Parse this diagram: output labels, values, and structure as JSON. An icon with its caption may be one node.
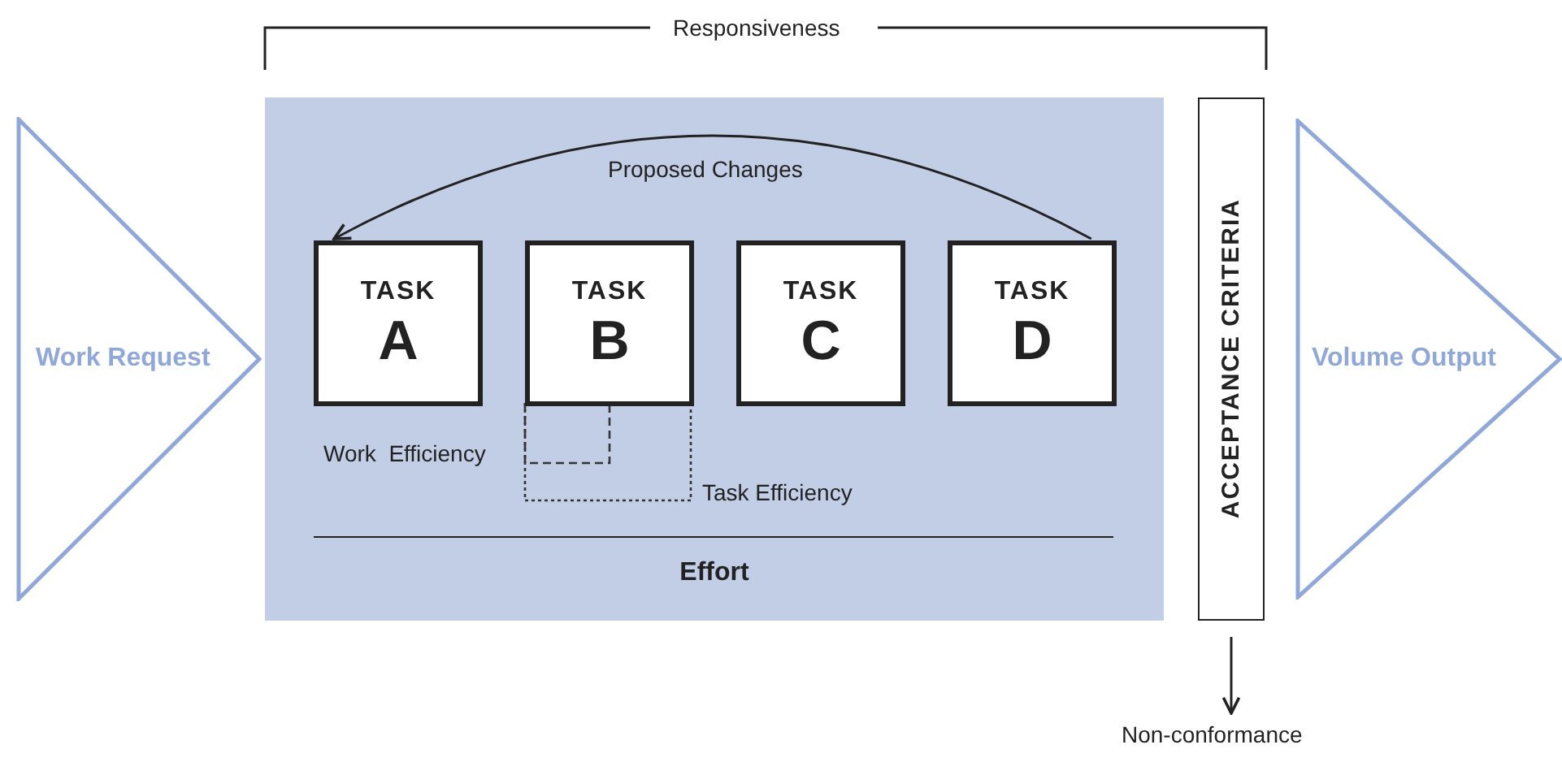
{
  "diagram": {
    "nodes": [
      {
        "text": [
          "Work Request"
        ]
      },
      {
        "text": [
          "Effort"
        ]
      },
      {
        "text": [
          "TASK",
          "A"
        ],
        "in": 1
      },
      {
        "text": [
          "TASK",
          "B"
        ],
        "in": 1
      },
      {
        "text": [
          "TASK",
          "C"
        ],
        "in": 1
      },
      {
        "text": [
          "TASK",
          "D"
        ],
        "in": 1
      },
      {
        "text": [
          "ACCEPTANCE CRITERIA"
        ]
      },
      {
        "text": [
          "Volume Output"
        ]
      },
      {
        "text": [
          "Non-conformance"
        ]
      }
    ],
    "edges": [
      {
        "from": 5,
        "to": 2,
        "arrow": "to",
        "label": "Proposed Changes"
      },
      {
        "from": 6,
        "to": 8,
        "arrow": "to"
      }
    ],
    "labels": [
      "Responsiveness",
      "Work  Efficiency",
      "Task Efficiency"
    ]
  }
}
